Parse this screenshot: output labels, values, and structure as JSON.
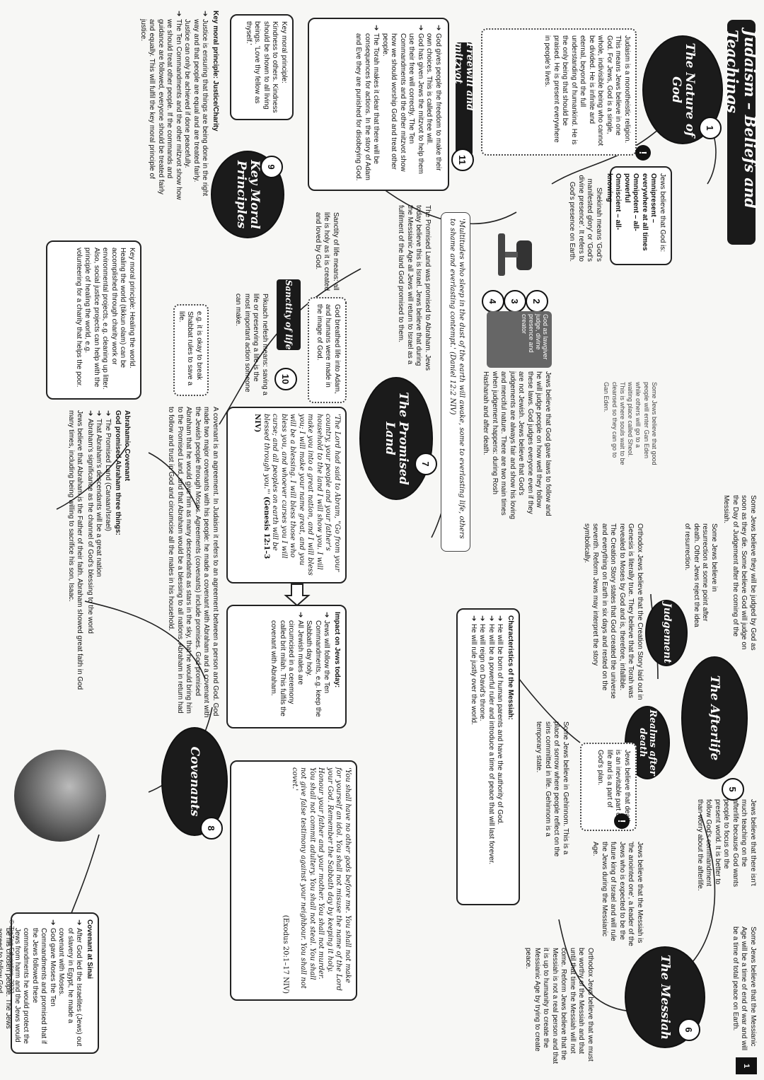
{
  "page_number": "1",
  "title": "Judaism – Beliefs and Teachings",
  "copyright": "© ZigZag Education, 2023",
  "section_numbers": [
    "1",
    "2",
    "3",
    "4",
    "5",
    "6",
    "7",
    "8",
    "9",
    "10",
    "11"
  ],
  "nature": {
    "label": "The Nature of God",
    "monotheistic": "Judaism is a monotheistic religion. This means Jews believe in one God. For Jews, God is a single, whole, indivisible being who cannot be divided. He is infinite and eternal, beyond the full understanding of humankind. He is the only being that should be praised. He is present everywhere in people's lives.",
    "attributes_intro": "Jews believe that God is:",
    "attributes": [
      "Omnipresent – everywhere at all times",
      "Omnipotent – all-powerful",
      "Omniscient – all-knowing"
    ],
    "shekinah": "Shekinah means 'God's manifested glory' or 'God's divine presence'. It refers to God's presence on Earth.",
    "tags": [
      "God as lawgiver",
      "judge, divine",
      "presence and creator"
    ],
    "creator_judge": "Jews believe that God gave laws to follow and he will judge people on how well they follow these laws. God judges everyone even if they are not Jewish. Jews believe that God's judgements are always fair and show his loving and merciful nature. There are two main times when judgement happens: during Rosh Hashanah and after death.",
    "creation": "Orthodox Jews believe that the Creation Story laid out in Genesis is literally true. They believe that the Torah was revealed to Moses by God and is, therefore, infallible. The Creation Story states that God created the universe and everything on Earth in six days and rested on the seventh. Reform Jews may interpret the story symbolically."
  },
  "afterlife": {
    "label": "The Afterlife",
    "judgement_label": "Judgement",
    "realms_label": "Realms after death",
    "intro": "Jews believe that there isn't much teaching on the afterlife because God wants people to focus on the present world. It is better to follow God's commandment than worry about the afterlife.",
    "judged": "Some Jews believe they will be judged by God as soon as they die. Some believe God will judge on the Day of Judgement after the coming of the Messiah.",
    "resurrection": "Some Jews believe in resurrection at some point after death. Other Jews reject the idea of resurrection.",
    "eden": "Some Jews believe that good people will enter Gan Eden while others will go to a waiting place called Sheol. This is where souls wait to be cleansed so they can go to Gan Eden.",
    "death_part": "Jews believe that death is an inevitable part of life and is a part of God's plan.",
    "gehinnom": "Some Jews believe in Gehinnom. This is a place of sorrow where people reflect on the sins committed in life. Gehinnom is a temporary state."
  },
  "messiah": {
    "label": "The Messiah",
    "age": "Some Jews believe that the Messianic Age will be a time of end of war and will be a time of total peace on Earth.",
    "anointed": "Jews believe that the Messiah is 'the anointed one', a leader of the Jews who is expected to be the future king of Israel and will rule the Jews during the Messianic Age.",
    "orthodox": "Orthodox Jews believe that we must be worthy of the Messiah and that until that time the Messiah will not come. Reform Jews believe that the Messiah is not a real person and that it is up to humanity to create the Messianic Age by trying to create peace.",
    "chars_title": "Characteristics of the Messiah:",
    "chars": [
      "He will be born of human parents and have the authority of God.",
      "He will be a powerful ruler and introduce a time of peace that will last forever.",
      "He will reign on David's throne.",
      "He will rule justly over the world."
    ]
  },
  "promised": {
    "label": "The Promised Land",
    "intro": "The Promised Land was promised to Abraham. Jews today believe this is Israel. Jews believe that during the Messianic Age all Jews will return to Israel as a fulfilment of the land God promised to them.",
    "daniel": "'Multitudes who sleep in the dust of the earth will awake, some to everlasting life, others to shame and everlasting contempt.' (Daniel 12:2 NIV)",
    "genesis": "'The Lord had said to Abram, \"Go from your country, your people and your father's household to the land I will show you. I will make you into a great nation, and I will bless you; I will make your name great, and you will be a blessing. I will bless those who bless you, and whoever curses you I will curse; and all peoples on earth will be blessed through you.\"'",
    "genesis_ref": "(Genesis 12:1–3 NIV)"
  },
  "covenants": {
    "label": "Covenants",
    "intro": "A covenant is an agreement. In Judaism it refers to an agreement between a person and God. God made two major covenants with his people: he made a covenant with Abraham and a covenant with the Jewish people through Moses. Agreements (covenants) include promises. God promised Abraham that he would give him as many descendants as stars in the sky, that he would bring him to the Promised Land, and that Abraham would be a blessing to all nations. Abraham in return had to follow and trust in God and circumcise all the males in his household.",
    "impact_title": "Impact on Jews today:",
    "impact": [
      "Jews will follow the Ten Commandments, e.g. keep the Sabbath day holy.",
      "All Jewish males are circumcised in a ceremony called brit milah. This fulfils the covenant with Abraham."
    ],
    "abrahamic_title": "Abrahamic Covenant",
    "abrahamic_sub": "God promised Abraham three things:",
    "abrahamic": [
      "The Promised Land (Canaan/Israel)",
      "That Abraham's descendants will be a great nation",
      "Abraham's significance as the channel of God's blessing to the world"
    ],
    "abrahamic_footer": "Jews believe that Abraham is the Father of their faith. Abraham showed great faith in God many times, including being willing to sacrifice his son, Isaac.",
    "exodus": "'You shall have no other gods before me. You shall not make for yourself an idol. You shall not misuse the name of the Lord your God. Remember the Sabbath day by keeping it holy. Honour your father and your mother. You shall not murder. You shall not commit adultery. You shall not steal. You shall not give false testimony against your neighbour. You shall not covet.'",
    "exodus_ref": "(Exodus 20:1–17 NIV)",
    "sinai_title": "Covenant at Sinai",
    "sinai": [
      "After God led the Israelites (Jews) out of slavery in Egypt, he made a covenant with Moses.",
      "God gave Moses the Ten Commandments and promised that if the Jews followed these commandments he would protect the Jews from harm and the Jews would be his chosen people. The Jews agreed to follow God."
    ]
  },
  "freewill": {
    "label": "Freewill and mitzvot",
    "items": [
      "God gives people the freedom to make their own choices. This is called free will.",
      "God has given Jews the mitzvot to help them use their free will correctly. The Ten Commandments and the other mitzvot show how we should worship God and treat other people.",
      "The Torah makes it clear that there will be consequences for actions. In the story of Adam and Eve they are punished for disobeying God."
    ]
  },
  "moral": {
    "label": "Key Moral Principles",
    "kindness": "Key moral principle: Kindness to others. Kindness should be shown to all living beings. 'Love thy fellow as thyself.'",
    "justice_title": "Key moral principle: Justice/Charity",
    "justice": [
      "Justice is ensuring that things are being done in the right way and that people are equal and are treated fairly. Justice can only be achieved if done peacefully.",
      "The Ten Commandments and the other mitzvot show how we should treat other people. If the commands and guidance are followed, everyone should be treated fairly and equally. This will fulfil the key moral principle of justice."
    ],
    "healing": "Key moral principle: Healing the world. Healing the world (tikkun olam) can be accomplished through charity work or environmental projects, e.g. cleaning up litter. Also, social justice projects can help with the principle of healing the world, e.g. volunteering for a charity that helps the poor."
  },
  "sanctity": {
    "label": "Sanctity of life",
    "means": "Sanctity of life means: all life is holy as it is created and loved by God.",
    "breathed": "God breathed life into Adam, and humans were made in the image of God.",
    "pikuach": "Pikuach nefesh means: saving a life or preserving a life is the most important action someone can make.",
    "example": "e.g. it is okay to break Shabbat rules to save a life."
  }
}
